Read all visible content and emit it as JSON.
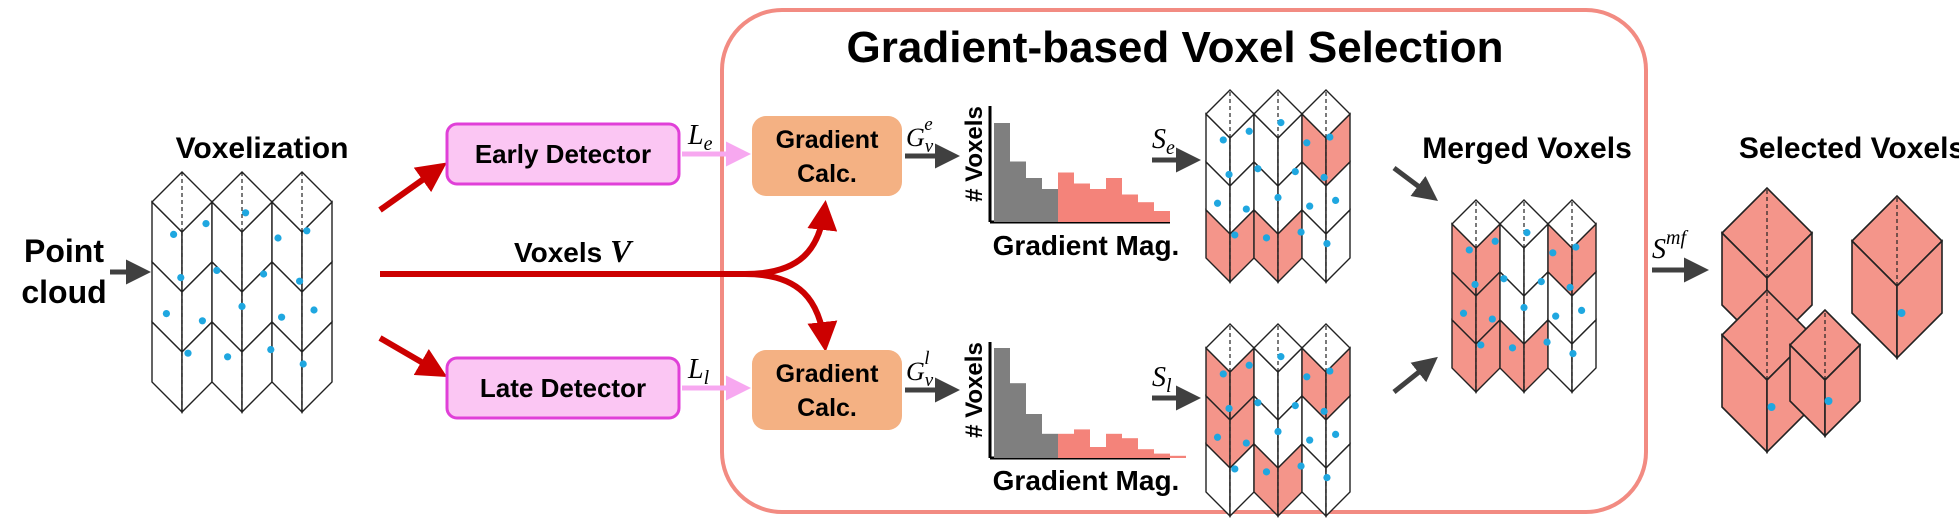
{
  "title": "Gradient-based Voxel Selection",
  "input_label_line1": "Point",
  "input_label_line2": "cloud",
  "voxelization_label": "Voxelization",
  "early_detector_label": "Early Detector",
  "late_detector_label": "Late Detector",
  "voxels_label": "Voxels",
  "voxels_symbol": "V",
  "loss_early": "L",
  "loss_early_sub": "e",
  "loss_late": "L",
  "loss_late_sub": "l",
  "grad_calc_line1": "Gradient",
  "grad_calc_line2": "Calc.",
  "grad_early": "G",
  "grad_early_sub": "v",
  "grad_early_sup": "e",
  "grad_late": "G",
  "grad_late_sub": "v",
  "grad_late_sup": "l",
  "hist_ylabel": "# Voxels",
  "hist_xlabel": "Gradient Mag.",
  "sel_early": "S",
  "sel_early_sub": "e",
  "sel_late": "S",
  "sel_late_sub": "l",
  "merged_label": "Merged Voxels",
  "sel_merged": "S",
  "sel_merged_sup": "mf",
  "selected_label": "Selected Voxels",
  "colors": {
    "accent_red": "#cc0000",
    "frame": "#f28b82",
    "detector_fill": "#fbc6f3",
    "detector_stroke": "#e040d8",
    "grad_box": "#f4b183",
    "voxel_sel": "#f4958a",
    "hist_gray": "#7f7f7f",
    "hist_red": "#f4837a",
    "point": "#1fa7e0"
  },
  "histograms": [
    {
      "name": "early",
      "gray": [
        0.9,
        0.55,
        0.4,
        0.3
      ],
      "red": [
        0.45,
        0.35,
        0.3,
        0.4,
        0.25,
        0.18,
        0.1
      ]
    },
    {
      "name": "late",
      "gray": [
        1.0,
        0.68,
        0.4,
        0.22
      ],
      "red": [
        0.22,
        0.26,
        0.1,
        0.22,
        0.18,
        0.08,
        0.04,
        0.02
      ]
    }
  ]
}
